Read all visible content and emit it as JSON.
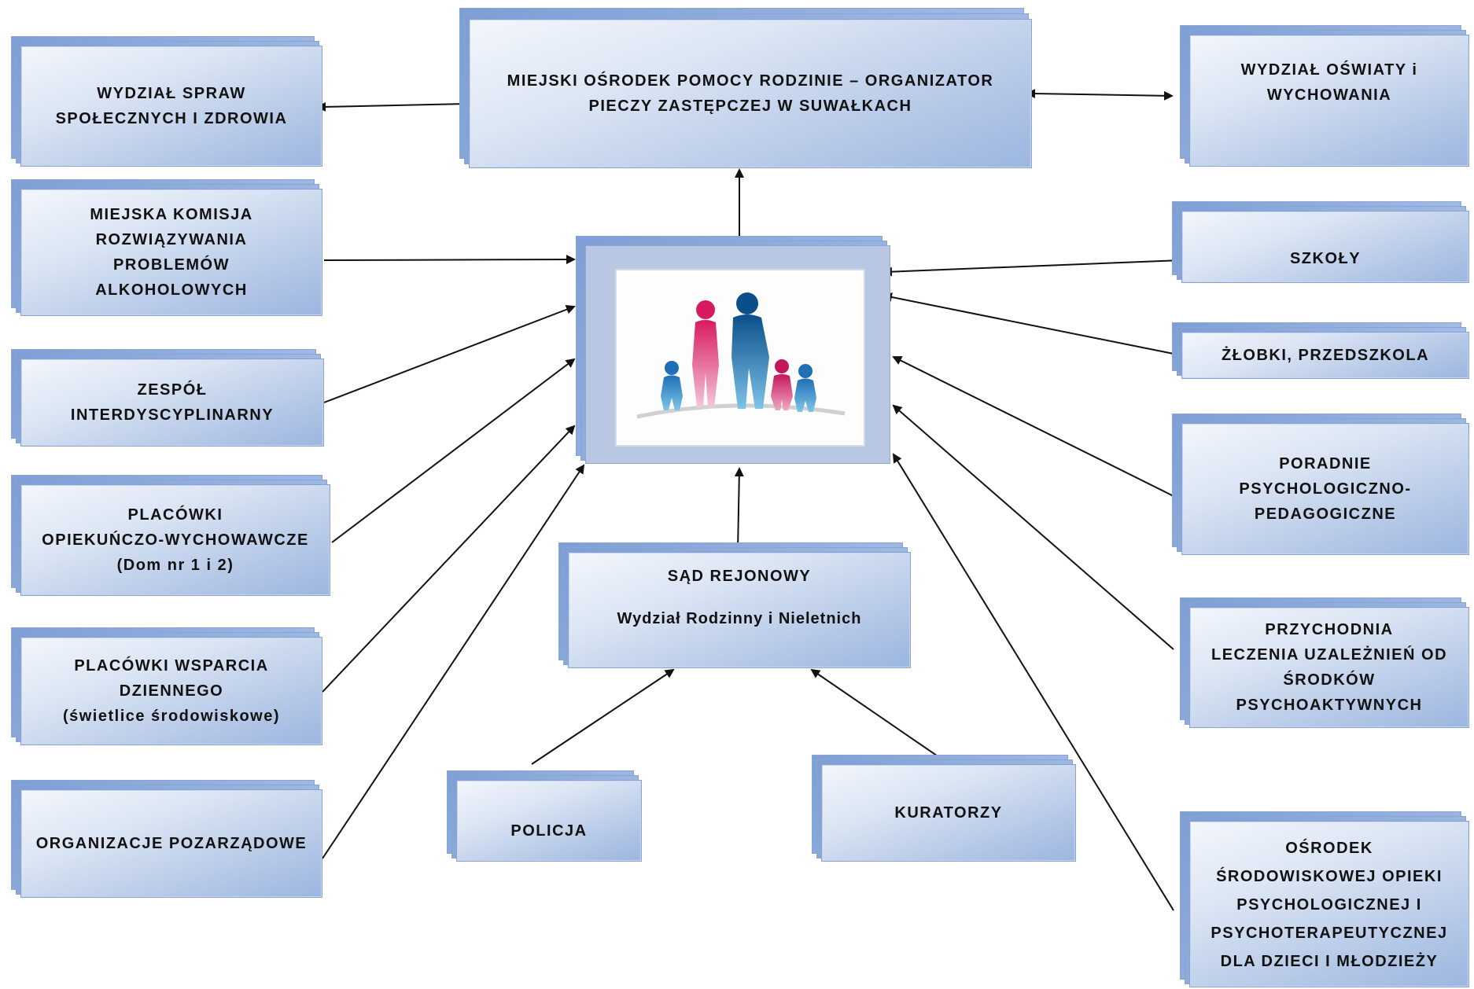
{
  "nodes": {
    "mops": "MIEJSKI OŚRODEK POMOCY RODZINIE – ORGANIZATOR\nPIECZY ZASTĘPCZEJ W SUWAŁKACH",
    "wydzial_spraw": "WYDZIAŁ SPRAW\nSPOŁECZNYCH I ZDROWIA",
    "wydzial_oswiaty": "WYDZIAŁ OŚWIATY i\nWYCHOWANIA",
    "komisja": "MIEJSKA KOMISJA\nROZWIĄZYWANIA\nPROBLEMÓW\nALKOHOLOWYCH",
    "zespol": "ZESPÓŁ\nINTERDYSCYPLINARNY",
    "placowki_opiek": "PLACÓWKI\nOPIEKUŃCZO-WYCHOWAWCZE\n(Dom nr 1 i 2)",
    "placowki_wsparcia": "PLACÓWKI WSPARCIA\nDZIENNEGO\n(świetlice środowiskowe)",
    "organizacje": "ORGANIZACJE POZARZĄDOWE",
    "szkoly": "SZKOŁY",
    "zlobki": "ŻŁOBKI, PRZEDSZKOLA",
    "poradnie": "PORADNIE\nPSYCHOLOGICZNO-\nPEDAGOGICZNE",
    "przychodnia": "PRZYCHODNIA\nLECZENIA UZALEŻNIEŃ OD\nŚRODKÓW\nPSYCHOAKTYWNYCH",
    "osrodek": "OŚRODEK\nŚRODOWISKOWEJ OPIEKI\nPSYCHOLOGICZNEJ I\nPSYCHOTERAPEUTYCZNEJ\nDLA DZIECI I MŁODZIEŻY",
    "sad_title": "SĄD REJONOWY",
    "sad_sub": "Wydział Rodzinny i Nieletnich",
    "policja": "POLICJA",
    "kuratorzy": "KURATORZY"
  },
  "colors": {
    "box_light": "#f3f6fc",
    "box_dark": "#9cb6e0",
    "shadow": "#7d9fd6",
    "arrow": "#111111",
    "family_magenta": "#c2185b",
    "family_blue": "#0d5a9a"
  },
  "icons": {
    "center": "family-icon"
  }
}
